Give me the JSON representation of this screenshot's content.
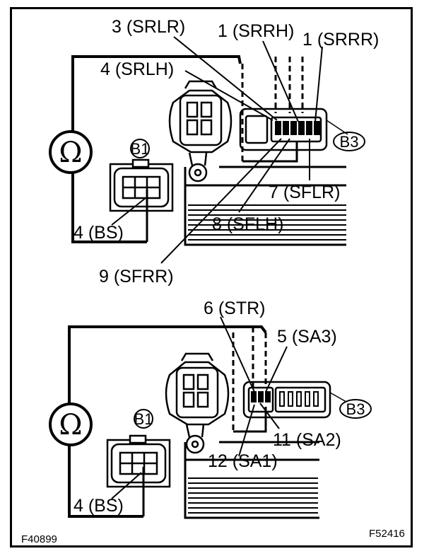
{
  "figure_ids": {
    "left": "F40899",
    "right": "F52416"
  },
  "meter_symbol": "Ω",
  "top_diagram": {
    "connector_b1": "B1",
    "connector_b3": "B3",
    "terminals": {
      "srlr": "3 (SRLR)",
      "srrh": "1 (SRRH)",
      "srrr": "1 (SRRR)",
      "srlh": "4 (SRLH)",
      "sflr": "7 (SFLR)",
      "sflh": "8 (SFLH)",
      "sfrr": "9 (SFRR)",
      "bs": "4 (BS)"
    }
  },
  "bottom_diagram": {
    "connector_b1": "B1",
    "connector_b3": "B3",
    "terminals": {
      "str": "6 (STR)",
      "sa3": "5 (SA3)",
      "sa2": "11 (SA2)",
      "sa1": "12 (SA1)",
      "bs": "4 (BS)"
    }
  }
}
